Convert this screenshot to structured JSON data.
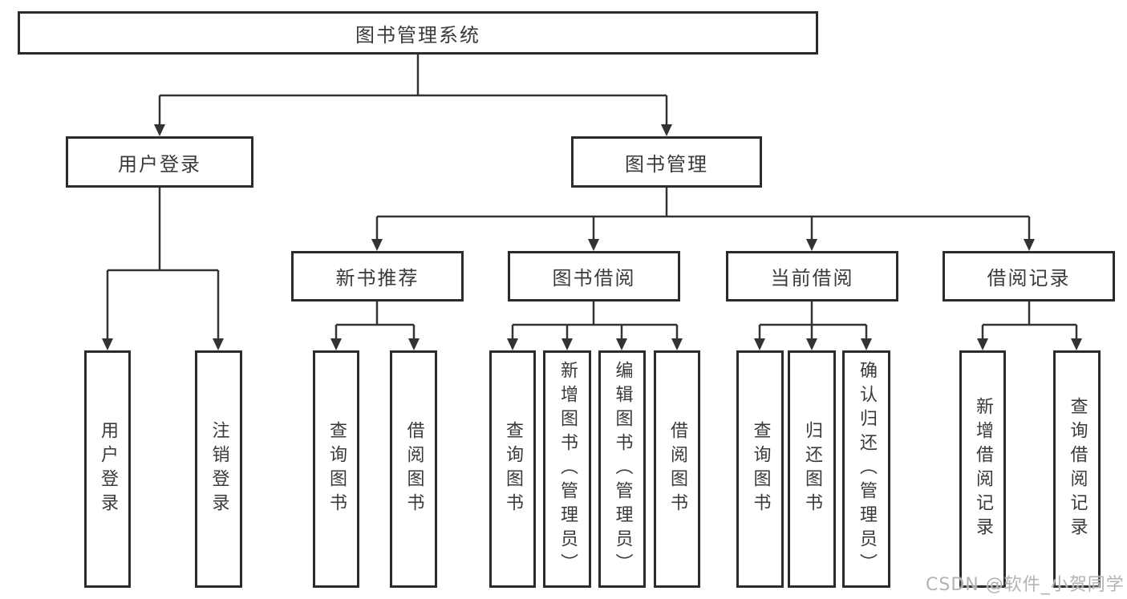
{
  "tree": {
    "root": "图书管理系统",
    "children": [
      {
        "label": "用户登录",
        "children": [
          {
            "label": "用户登录"
          },
          {
            "label": "注销登录"
          }
        ]
      },
      {
        "label": "图书管理",
        "children": [
          {
            "label": "新书推荐",
            "children": [
              {
                "label": "查询图书"
              },
              {
                "label": "借阅图书"
              }
            ]
          },
          {
            "label": "图书借阅",
            "children": [
              {
                "label": "查询图书"
              },
              {
                "label": "新增图书（管理员）"
              },
              {
                "label": "编辑图书（管理员）"
              },
              {
                "label": "借阅图书"
              }
            ]
          },
          {
            "label": "当前借阅",
            "children": [
              {
                "label": "查询图书"
              },
              {
                "label": "归还图书"
              },
              {
                "label": "确认归还（管理员）"
              }
            ]
          },
          {
            "label": "借阅记录",
            "children": [
              {
                "label": "新增借阅记录"
              },
              {
                "label": "查询借阅记录"
              }
            ]
          }
        ]
      }
    ]
  },
  "watermark": {
    "text": "CSDN @软件_小贺同学"
  },
  "colors": {
    "background": "#ffffff",
    "box_border": "#2b2b2b",
    "connector_line": "#333333",
    "node_text": "#3a3a3a",
    "watermark_text": "#b3b3b3"
  }
}
